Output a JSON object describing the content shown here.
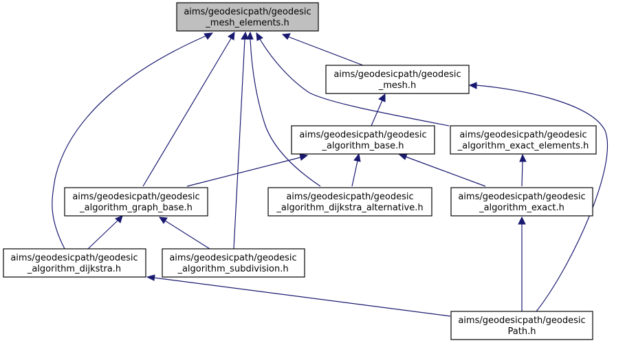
{
  "colors": {
    "edge": "#191970",
    "root_fill": "#bfbfbf",
    "node_fill": "#ffffff",
    "border": "#000000"
  },
  "nodes": [
    {
      "id": "mesh_elements",
      "line1": "aims/geodesicpath/geodesic",
      "line2": "_mesh_elements.h",
      "root": true
    },
    {
      "id": "mesh",
      "line1": "aims/geodesicpath/geodesic",
      "line2": "_mesh.h"
    },
    {
      "id": "algorithm_base",
      "line1": "aims/geodesicpath/geodesic",
      "line2": "_algorithm_base.h"
    },
    {
      "id": "algorithm_exact_elements",
      "line1": "aims/geodesicpath/geodesic",
      "line2": "_algorithm_exact_elements.h"
    },
    {
      "id": "algorithm_graph_base",
      "line1": "aims/geodesicpath/geodesic",
      "line2": "_algorithm_graph_base.h"
    },
    {
      "id": "algorithm_dijkstra_alternative",
      "line1": "aims/geodesicpath/geodesic",
      "line2": "_algorithm_dijkstra_alternative.h"
    },
    {
      "id": "algorithm_exact",
      "line1": "aims/geodesicpath/geodesic",
      "line2": "_algorithm_exact.h"
    },
    {
      "id": "algorithm_dijkstra",
      "line1": "aims/geodesicpath/geodesic",
      "line2": "_algorithm_dijkstra.h"
    },
    {
      "id": "algorithm_subdivision",
      "line1": "aims/geodesicpath/geodesic",
      "line2": "_algorithm_subdivision.h"
    },
    {
      "id": "path",
      "line1": "aims/geodesicpath/geodesic",
      "line2": "Path.h"
    }
  ],
  "edges": [
    {
      "from": "mesh",
      "to": "mesh_elements"
    },
    {
      "from": "algorithm_dijkstra",
      "to": "mesh_elements"
    },
    {
      "from": "algorithm_graph_base",
      "to": "mesh_elements"
    },
    {
      "from": "algorithm_subdivision",
      "to": "mesh_elements"
    },
    {
      "from": "algorithm_dijkstra_alternative",
      "to": "mesh_elements"
    },
    {
      "from": "algorithm_exact_elements",
      "to": "mesh_elements"
    },
    {
      "from": "algorithm_base",
      "to": "mesh"
    },
    {
      "from": "path",
      "to": "mesh"
    },
    {
      "from": "algorithm_graph_base",
      "to": "algorithm_base"
    },
    {
      "from": "algorithm_dijkstra_alternative",
      "to": "algorithm_base"
    },
    {
      "from": "algorithm_exact",
      "to": "algorithm_base"
    },
    {
      "from": "algorithm_exact",
      "to": "algorithm_exact_elements"
    },
    {
      "from": "algorithm_dijkstra",
      "to": "algorithm_graph_base"
    },
    {
      "from": "algorithm_subdivision",
      "to": "algorithm_graph_base"
    },
    {
      "from": "path",
      "to": "algorithm_exact"
    },
    {
      "from": "path",
      "to": "algorithm_dijkstra"
    }
  ]
}
